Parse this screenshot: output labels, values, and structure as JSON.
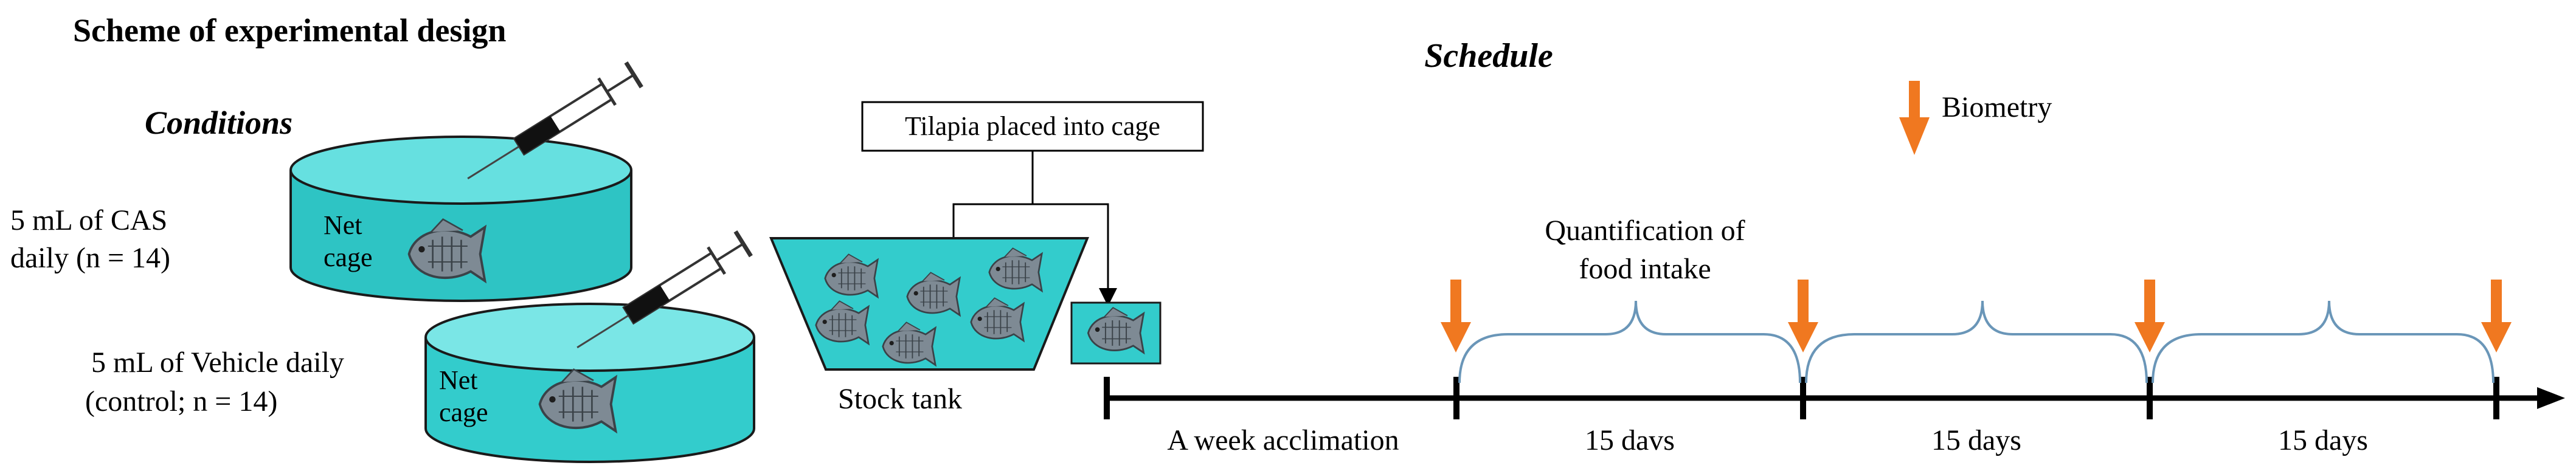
{
  "title": "Scheme of experimental design",
  "conditions": {
    "heading": "Conditions",
    "cas": {
      "line1": "5 mL of CAS",
      "line2": "daily (n = 14)",
      "cage_line1": "Net",
      "cage_line2": "cage"
    },
    "vehicle": {
      "line1": "5 mL of Vehicle daily",
      "line2": "(control; n = 14)",
      "cage_line1": "Net",
      "cage_line2": "cage"
    }
  },
  "stock": {
    "placed_label": "Tilapia placed into cage",
    "tank_label": "Stock tank"
  },
  "schedule": {
    "heading": "Schedule",
    "biometry_label": "Biometry",
    "food_intake_line1": "Quantification of",
    "food_intake_line2": "food intake",
    "periods": [
      "A week acclimation",
      "15 davs",
      "15 days",
      "15 days"
    ]
  },
  "colors": {
    "water": "#33CCCC",
    "water_light": "#66E0E0",
    "arrow": "#F07820",
    "brace": "#6A96B8",
    "fish": "#5A6670"
  }
}
